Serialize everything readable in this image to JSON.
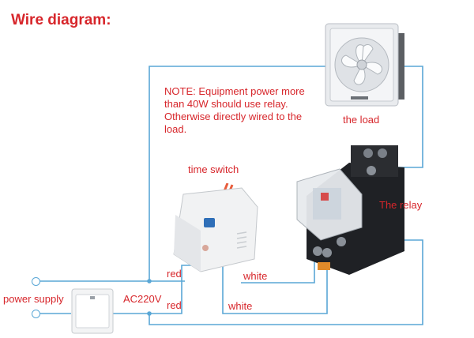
{
  "title": "Wire diagram:",
  "note": "NOTE: Equipment power more than 40W should use relay. Otherwise directly wired to the load.",
  "labels": {
    "load": "the load",
    "time_switch": "time switch",
    "relay": "The relay",
    "power_supply": "power supply",
    "voltage": "AC220V",
    "red_top": "red",
    "white_top": "white",
    "red_bottom": "red",
    "white_bottom": "white"
  },
  "colors": {
    "accent": "#d7262b",
    "wire": "#5aa7d6"
  },
  "icons": [
    "exhaust-fan-icon",
    "time-switch-icon",
    "relay-icon",
    "wall-switch-icon"
  ]
}
